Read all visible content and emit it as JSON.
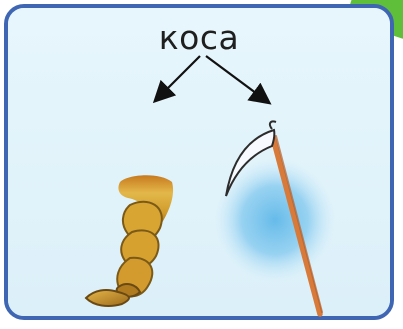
{
  "diagram": {
    "word": "коса",
    "items": [
      {
        "name": "braid"
      },
      {
        "name": "scythe"
      }
    ]
  },
  "colors": {
    "frame": "#3f66b3",
    "background": "#e6f5fb",
    "accent_green": "#5fbf3a",
    "scythe_glow": "#7fc7ee",
    "scythe_handle": "#d87a3a",
    "braid_gold": "#d7a530",
    "braid_shadow": "#8b5a1a"
  }
}
